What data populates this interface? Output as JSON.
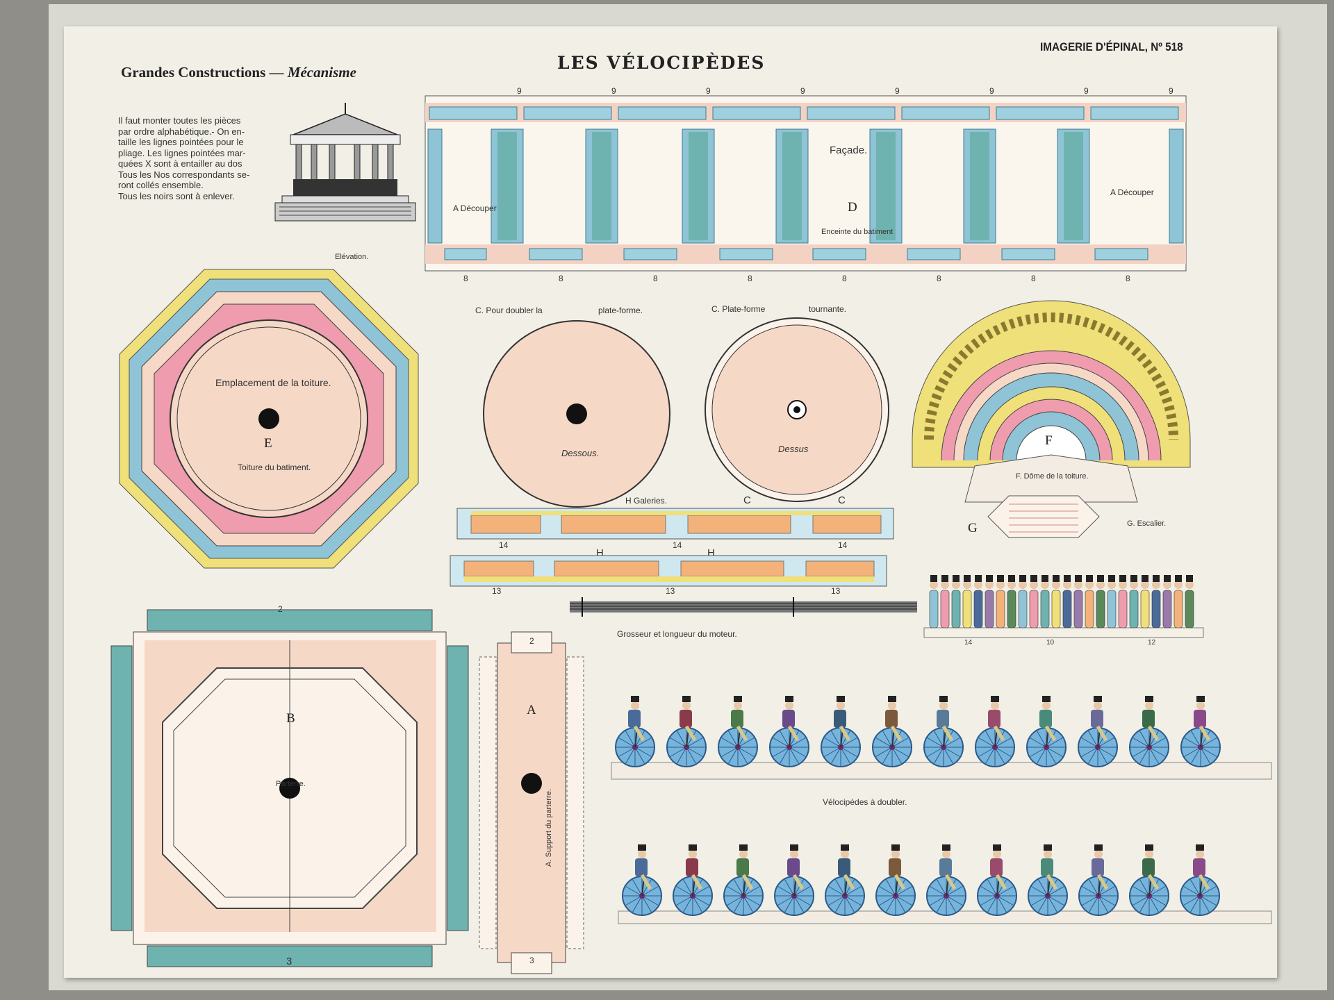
{
  "header": {
    "series": "Grandes Constructions",
    "dash": "—",
    "category": "Mécanisme",
    "title": "LES VÉLOCIPÈDES",
    "publisher": "IMAGERIE D'ÉPINAL, Nº 518"
  },
  "instructions": [
    "Il faut monter toutes les pièces",
    "par ordre alphabétique.- On en-",
    "taille les lignes pointées pour le",
    "pliage. Les lignes pointées mar-",
    "quées X sont à entailler au dos",
    "Tous les Nos correspondants se-",
    "ront collés ensemble.",
    "Tous les noirs sont à enlever."
  ],
  "labels": {
    "elevation": "Elévation.",
    "facade": "Façade.",
    "facade_letter": "D",
    "enceinte": "Enceinte du batiment",
    "decouper_left": "A Découper",
    "decouper_right": "A Découper",
    "roof_top": "Emplacement de la toiture.",
    "roof_letter": "E",
    "roof_bottom": "Toiture du batiment.",
    "disc1_title_a": "C. Pour doubler la",
    "disc1_title_b": "plate-forme.",
    "disc1_caption": "Dessous.",
    "disc2_title_a": "C. Plate-forme",
    "disc2_title_b": "tournante.",
    "disc2_caption": "Dessus",
    "dome_letter": "F",
    "dome_caption": "F. Dôme de la toiture.",
    "stair_letter": "G",
    "stair_caption": "G. Escalier.",
    "galeries": "H Galeries.",
    "gal_c1": "C",
    "gal_c2": "C",
    "gal_h1": "H",
    "gal_h2": "H",
    "motor": "Grosseur et longueur du moteur.",
    "parterre_letter": "B",
    "parterre": "Parterre.",
    "support_letter": "A",
    "support": "A. Support du parterre.",
    "velocipedes": "Vélocipèdes à doubler."
  },
  "numbers": {
    "fac_top": [
      "9",
      "9",
      "9",
      "9",
      "9",
      "9",
      "9",
      "9"
    ],
    "fac_bottom": [
      "8",
      "8",
      "8",
      "8",
      "8",
      "8",
      "8",
      "8"
    ],
    "gal1": [
      "14",
      "14",
      "14"
    ],
    "gal2": [
      "13",
      "13",
      "13"
    ],
    "crowd": [
      "14",
      "10",
      "12"
    ],
    "parterre_top": "2",
    "parterre_bottom": "3",
    "support_top": "2",
    "support_bottom": "3"
  },
  "colors": {
    "blue": "#8fc3d6",
    "teal": "#6fb3b0",
    "pink": "#ee9cae",
    "peach": "#f6d8c6",
    "yellow": "#f0e07a",
    "orange": "#f2b27a",
    "cyclist_wheel": "#76b4dc"
  }
}
